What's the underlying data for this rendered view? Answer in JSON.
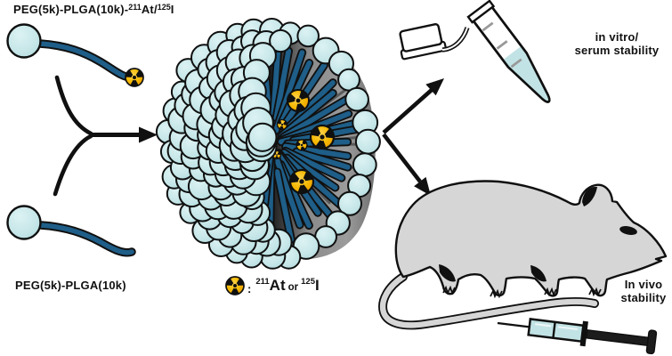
{
  "figure": {
    "description_texts": {
      "labeled_polymer_caption": {
        "prefix": "PEG(5k)-PLGA(10k)-",
        "sup_a": "211",
        "mid": "At/",
        "sup_b": "125",
        "suffix": "I"
      },
      "plain_polymer_caption": "PEG(5k)-PLGA(10k)",
      "legend": {
        "colon": ":",
        "sup_a": "211",
        "isotope_a": "At",
        "or_word": "or",
        "sup_b": "125",
        "isotope_b": "I"
      },
      "in_vitro_label": {
        "line1": "in vitro/",
        "line2": "serum stability"
      },
      "in_vivo_label": {
        "line1": "In vivo",
        "line2": "stability"
      }
    },
    "icons": [
      "radiation-trefoil-icon",
      "micelle-cross-section-illustration",
      "copolymer-illustration",
      "merge-arrow",
      "branch-arrow-up",
      "branch-arrow-down",
      "microcentrifuge-tube-illustration",
      "mouse-illustration",
      "syringe-illustration"
    ],
    "colors": {
      "corona_blue": "#c6e6e8",
      "corona_blue_light": "#daf1f2",
      "corona_blue_deep": "#b2dcdf",
      "tail_blue": "#1e5e88",
      "liquid_blue": "#c2e3e5",
      "mouse_gray": "#d6d6d6",
      "core_gray": "#8f8f8f",
      "core_dark": "#0a0a0a",
      "trefoil_yellow": "#f5b800",
      "trefoil_yellow_light": "#ffd44d",
      "trefoil_yellow_deep": "#e89400",
      "outline_black": "#111111",
      "tick_gray": "#999999"
    }
  }
}
